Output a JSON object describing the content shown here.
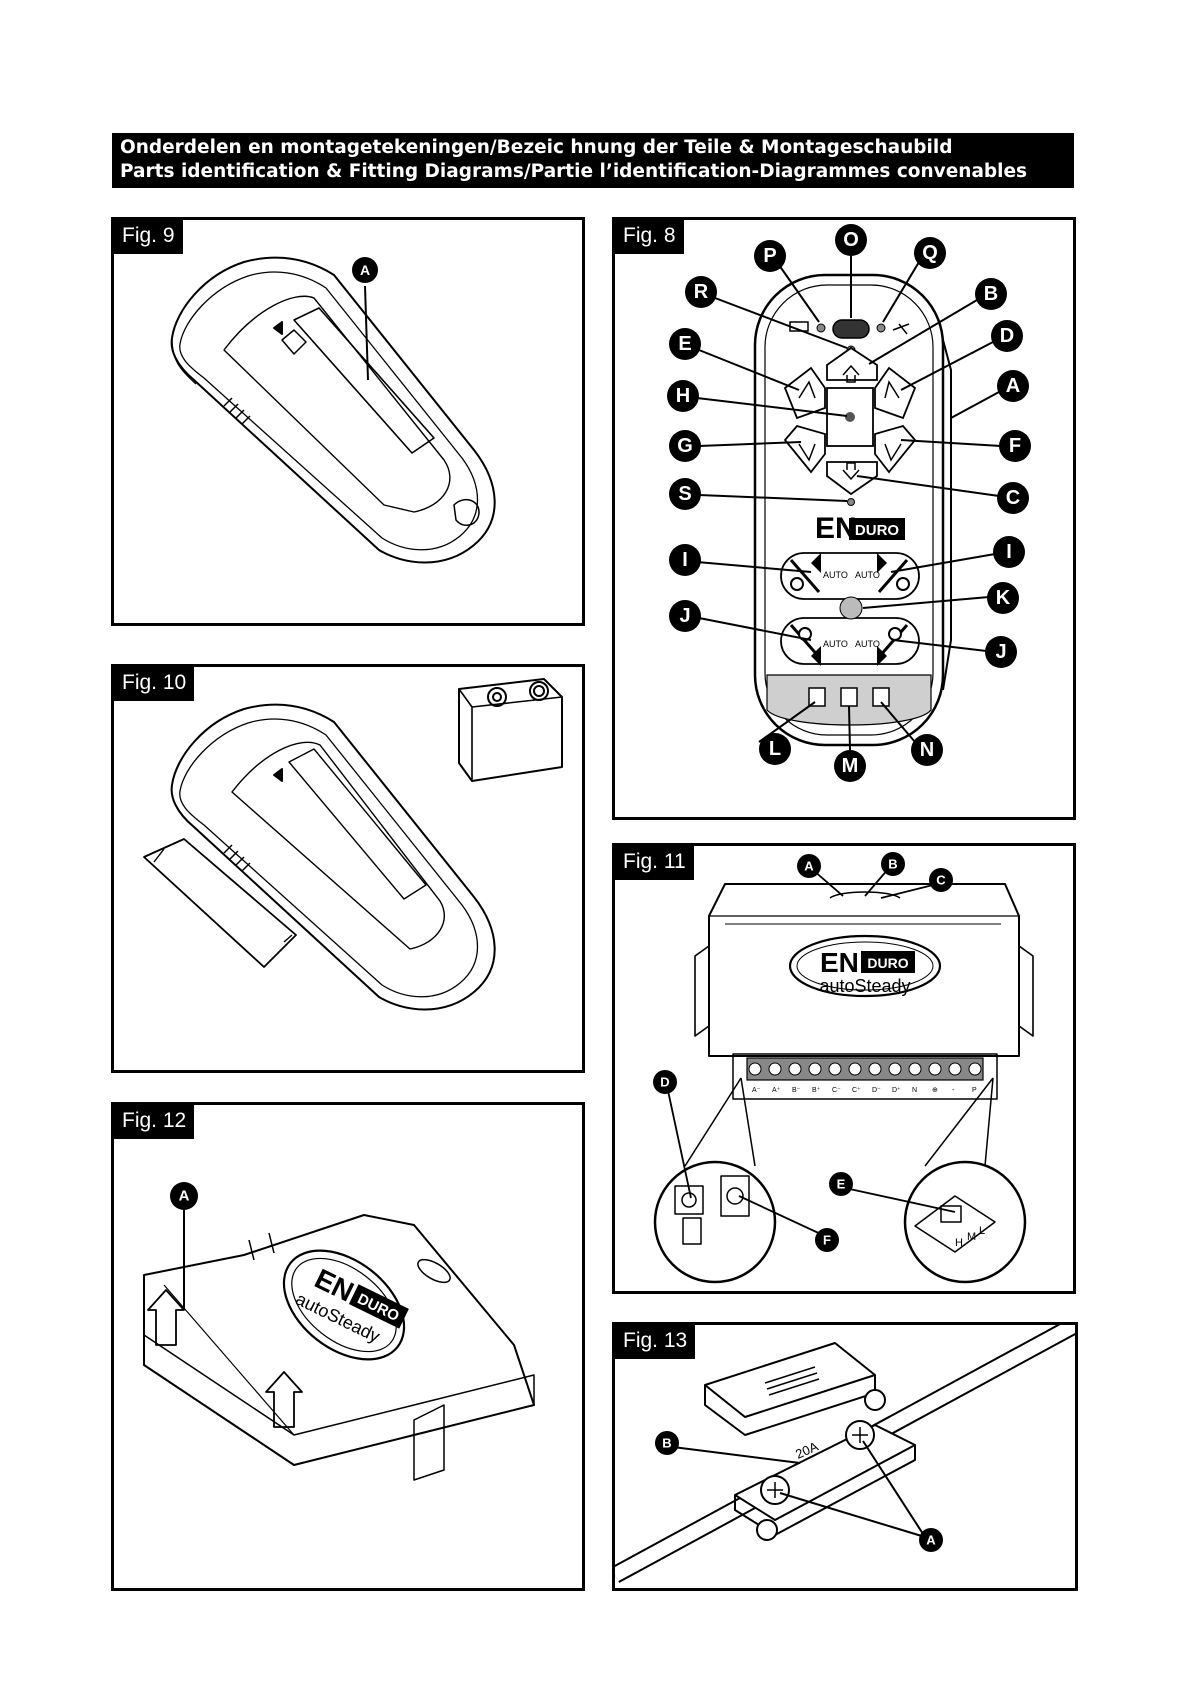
{
  "header": {
    "line1": "Onderdelen en montagetekeningen/Bezeic hnung der Teile & Montageschaubild",
    "line2": "Parts identification & Fitting Diagrams/Partie l’identification-Diagrammes convenables"
  },
  "fig9": {
    "label": "Fig. 9",
    "callouts": {
      "a": "A"
    }
  },
  "fig10": {
    "label": "Fig. 10"
  },
  "fig12": {
    "label": "Fig. 12",
    "callouts": {
      "a": "A"
    },
    "logo_en": "EN",
    "logo_duro": "DURO",
    "logo_sub": "autoSteady"
  },
  "fig8": {
    "label": "Fig. 8",
    "callouts": {
      "o": "O",
      "p": "P",
      "q": "Q",
      "r": "R",
      "b": "B",
      "e": "E",
      "d": "D",
      "a": "A",
      "h": "H",
      "g": "G",
      "f": "F",
      "s": "S",
      "c": "C",
      "i1": "I",
      "i2": "I",
      "k": "K",
      "j1": "J",
      "j2": "J",
      "l": "L",
      "m": "M",
      "n": "N"
    },
    "logo_en": "EN",
    "logo_duro": "DURO",
    "auto": "AUTO"
  },
  "fig11": {
    "label": "Fig. 11",
    "callouts": {
      "a": "A",
      "b": "B",
      "c": "C",
      "d": "D",
      "e": "E",
      "f": "F"
    },
    "logo_en": "EN",
    "logo_duro": "DURO",
    "logo_sub": "autoSteady",
    "terminals": [
      "A⁻",
      "A⁺",
      "B⁻",
      "B⁺",
      "C⁻",
      "C⁺",
      "D⁻",
      "D⁺",
      "N",
      "⊕",
      "-",
      "P"
    ],
    "switch_labels": [
      "H",
      "M",
      "L"
    ]
  },
  "fig13": {
    "label": "Fig. 13",
    "callouts": {
      "a": "A",
      "b": "B"
    },
    "fuse_rating": "20A"
  }
}
